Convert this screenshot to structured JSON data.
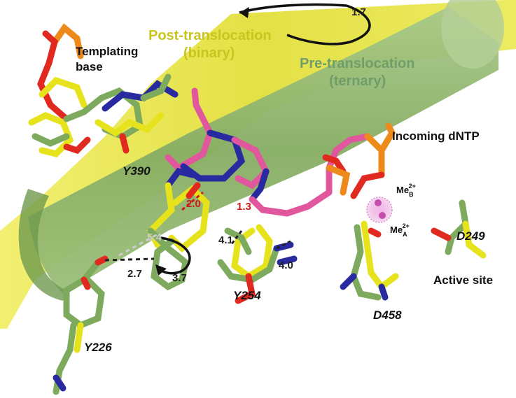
{
  "labels": {
    "post_translocation": "Post-translocation",
    "binary": "(binary)",
    "pre_translocation": "Pre-translocation",
    "ternary": "(ternary)",
    "templating": "Templating",
    "base": "base",
    "incoming_dntp": "Incoming dNTP",
    "active_site": "Active site",
    "y390": "Y390",
    "y254": "Y254",
    "y226": "Y226",
    "d249": "D249",
    "d458": "D458",
    "me": "Me",
    "me_b_sub": "B",
    "me_a_sub": "A",
    "me_sup": "2+"
  },
  "distances": {
    "d_1_7": "1.7",
    "d_2_0": "2.0",
    "d_1_3": "1.3",
    "d_5_4": "5.4",
    "d_2_7": "2.7",
    "d_3_7": "3.7",
    "d_4_1": "4.1",
    "d_4_0": "4.0"
  },
  "colors": {
    "yellow_helix": "#e9e64a",
    "green_helix": "#8fb46a",
    "yellow_label": "#c9c51e",
    "green_label": "#6f9e6a",
    "carbon_yellow": "#e6e31c",
    "carbon_green": "#7daa5c",
    "nitrogen": "#2a2aa0",
    "oxygen": "#e02a20",
    "phosphorus": "#ee8a1c",
    "dntp_carbon": "#e0579e",
    "metal": "#e085d0",
    "red_distance": "#cc1a1a"
  }
}
